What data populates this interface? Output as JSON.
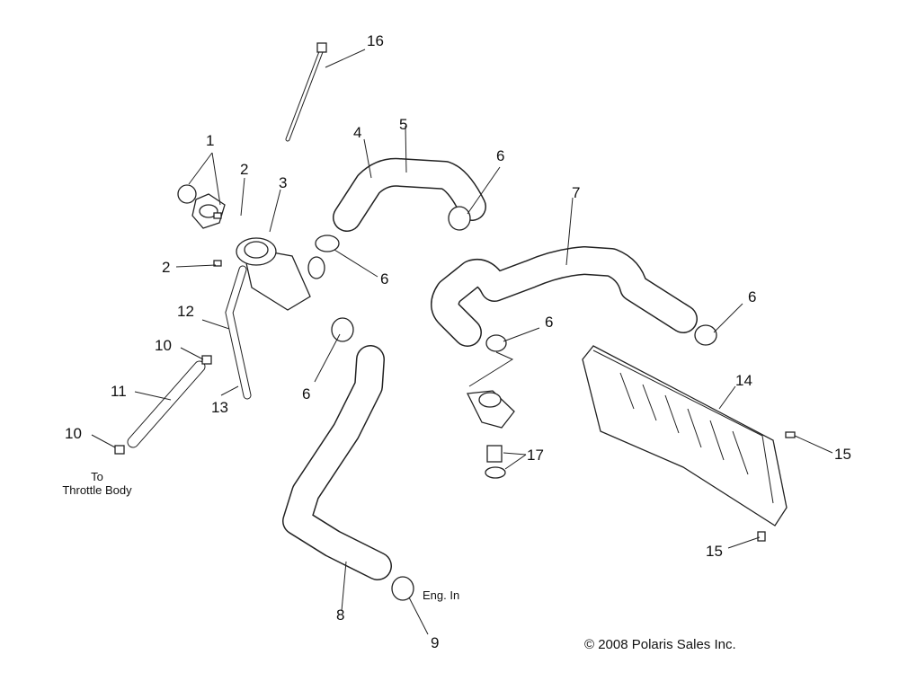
{
  "callouts": {
    "c1": "1",
    "c2a": "2",
    "c2b": "2",
    "c3": "3",
    "c4": "4",
    "c5": "5",
    "c6a": "6",
    "c6b": "6",
    "c6c": "6",
    "c6d": "6",
    "c6e": "6",
    "c7": "7",
    "c8": "8",
    "c9": "9",
    "c10a": "10",
    "c10b": "10",
    "c11": "11",
    "c12": "12",
    "c13": "13",
    "c14": "14",
    "c15a": "15",
    "c15b": "15",
    "c16": "16",
    "c17": "17"
  },
  "notes": {
    "to_line": "To",
    "throttle_line": "Throttle Body",
    "eng_in": "Eng. In"
  },
  "copyright": "© 2008 Polaris Sales Inc."
}
